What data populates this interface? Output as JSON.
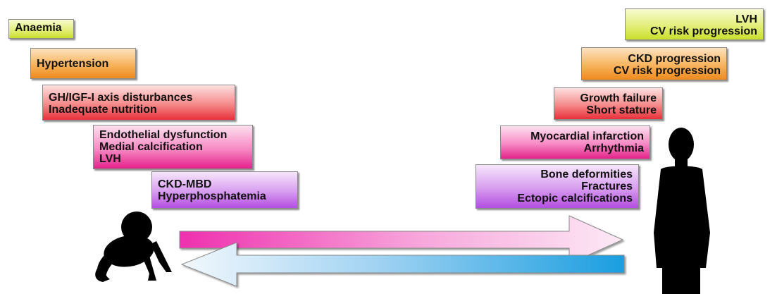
{
  "left_boxes": [
    {
      "lines": [
        "Anaemia"
      ]
    },
    {
      "lines": [
        "Hypertension"
      ]
    },
    {
      "lines": [
        "GH/IGF-I axis disturbances",
        "Inadequate nutrition"
      ]
    },
    {
      "lines": [
        "Endothelial dysfunction",
        "Medial calcification",
        "LVH"
      ]
    },
    {
      "lines": [
        "CKD-MBD",
        "Hyperphosphatemia"
      ]
    }
  ],
  "right_boxes": [
    {
      "lines": [
        "LVH",
        "CV risk progression"
      ]
    },
    {
      "lines": [
        "CKD progression",
        "CV risk progression"
      ]
    },
    {
      "lines": [
        "Growth failure",
        "Short stature"
      ]
    },
    {
      "lines": [
        "Myocardial infarction",
        "Arrhythmia"
      ]
    },
    {
      "lines": [
        "Bone deformities",
        "Fractures",
        "Ectopic calcifications"
      ]
    }
  ],
  "colors": {
    "yellow": "#c9df2c",
    "orange": "#ee8a1e",
    "red": "#e8303a",
    "pink": "#e4228a",
    "purple": "#b34ee0",
    "arrow_right": "#ef2fae",
    "arrow_left": "#1a9ee0"
  },
  "icons": [
    "baby-silhouette-icon",
    "adult-silhouette-icon",
    "right-arrow-icon",
    "left-arrow-icon"
  ]
}
